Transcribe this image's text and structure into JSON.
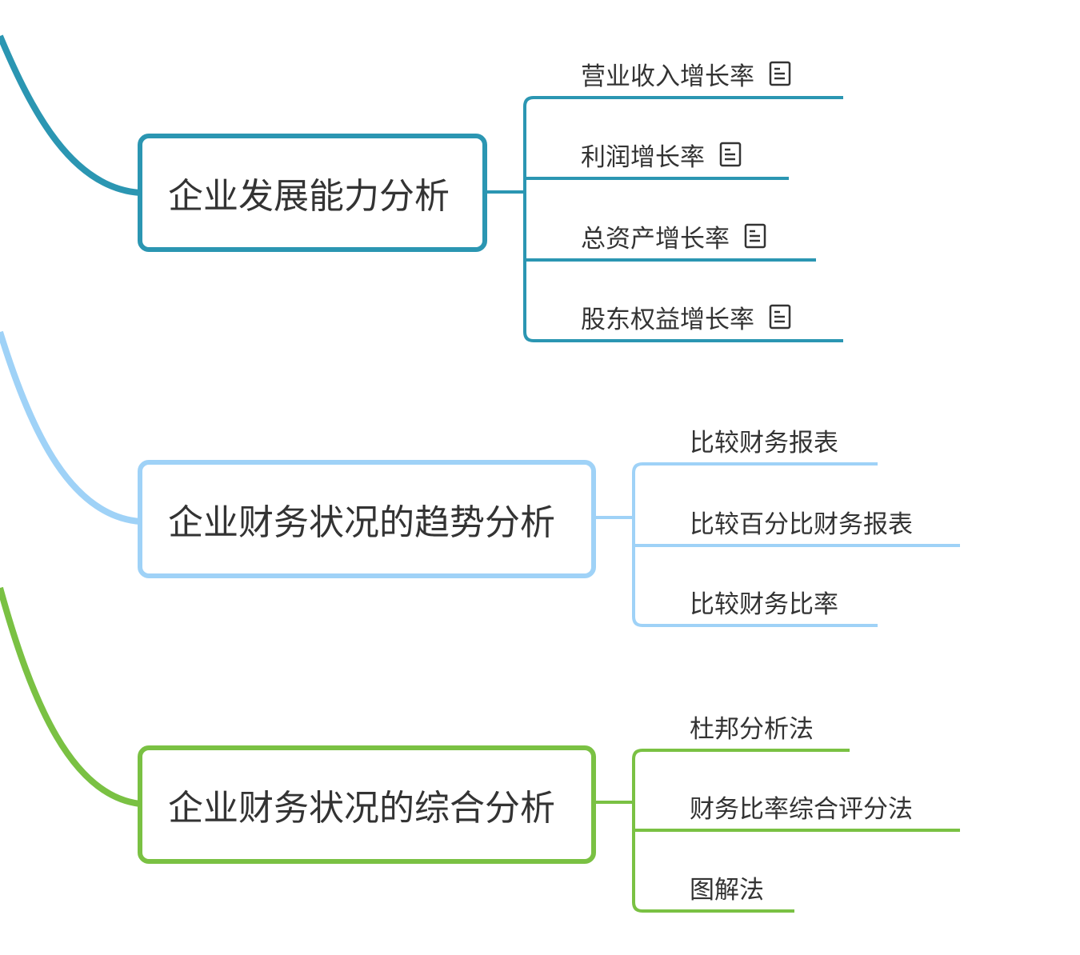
{
  "colors": {
    "branch1": "#2b96b2",
    "branch2": "#9fd2f7",
    "branch3": "#7ac143",
    "text": "#333333"
  },
  "branches": [
    {
      "title": "企业发展能力分析",
      "color": "#2b96b2",
      "children": [
        {
          "label": "营业收入增长率",
          "icon": "note-icon"
        },
        {
          "label": "利润增长率",
          "icon": "note-icon"
        },
        {
          "label": "总资产增长率",
          "icon": "note-icon"
        },
        {
          "label": "股东权益增长率",
          "icon": "note-icon"
        }
      ]
    },
    {
      "title": "企业财务状况的趋势分析",
      "color": "#9fd2f7",
      "children": [
        {
          "label": "比较财务报表"
        },
        {
          "label": "比较百分比财务报表"
        },
        {
          "label": "比较财务比率"
        }
      ]
    },
    {
      "title": "企业财务状况的综合分析",
      "color": "#7ac143",
      "children": [
        {
          "label": "杜邦分析法"
        },
        {
          "label": "财务比率综合评分法"
        },
        {
          "label": "图解法"
        }
      ]
    }
  ]
}
